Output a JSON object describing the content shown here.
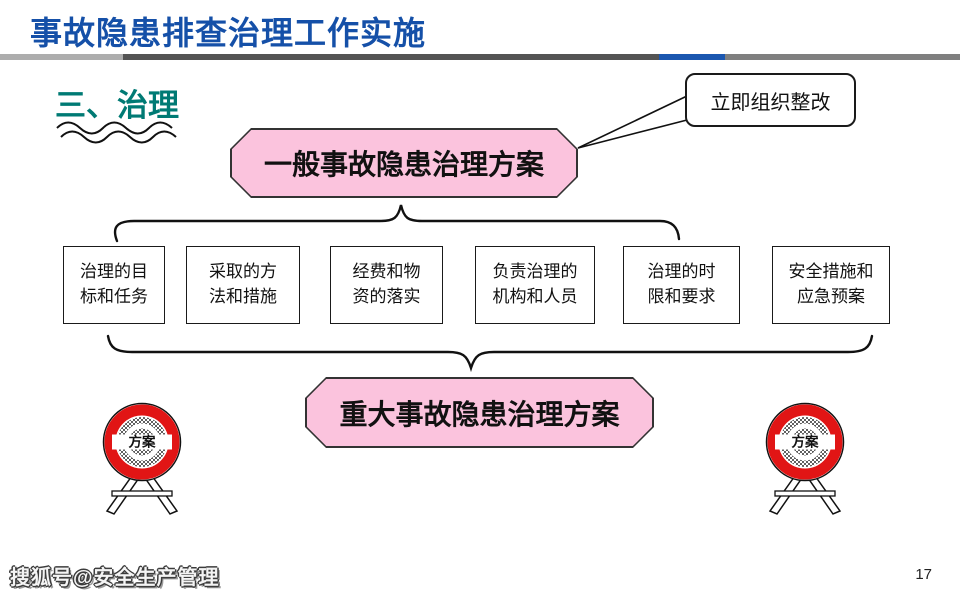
{
  "header": {
    "title": "事故隐患排查治理工作实施"
  },
  "section": {
    "label": "三、治理"
  },
  "callout": {
    "label": "立即组织整改"
  },
  "diagram": {
    "general_plan": "一般事故隐患治理方案",
    "major_plan": "重大事故隐患治理方案",
    "items": [
      "治理的目\n标和任务",
      "采取的方\n法和措施",
      "经费和物\n资的落实",
      "负责治理的\n机构和人员",
      "治理的时\n限和要求",
      "安全措施和\n应急预案"
    ],
    "sign_label": "方案"
  },
  "footer": {
    "watermark": "搜狐号@安全生产管理",
    "page_number": "17"
  },
  "colors": {
    "title_blue": "#1550a8",
    "accent_blue": "#1b57b0",
    "section_teal": "#007a74",
    "plan_pink": "#fbc3dd",
    "sign_red": "#e11515",
    "divider_dark_gray": "#545454",
    "divider_light_gray": "#adadad"
  }
}
